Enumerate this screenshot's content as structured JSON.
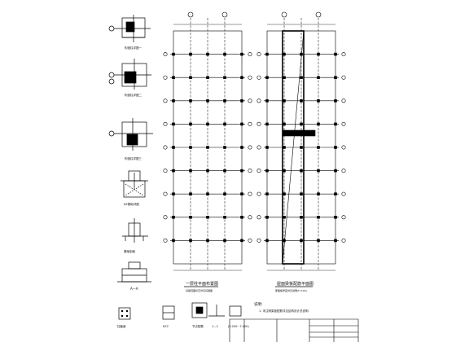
{
  "drawing": {
    "left_plan_title": "一层柱平面布置图",
    "left_plan_subtitle": "基础顶面标高详见基础图",
    "right_plan_title": "屋面梁板配筋平面图",
    "right_plan_subtitle": "屋面板厚度详见说明(t=100)",
    "notes_title": "说明:",
    "notes_line": "1. 未注明梁板配筋详见结构设计总说明.",
    "detail_captions": [
      "构造柱详图一",
      "构造柱详图二",
      "构造柱详图三",
      "KZ基础详图",
      "基础剖面",
      "A—A"
    ],
    "bottom_captions": [
      "柱截面",
      "KZ2",
      "节点配筋",
      "1—1",
      "(5.200~7.400)"
    ],
    "left_plan_grid_count": 9,
    "right_plan_grid_count": 9,
    "line_color": "#000000"
  }
}
